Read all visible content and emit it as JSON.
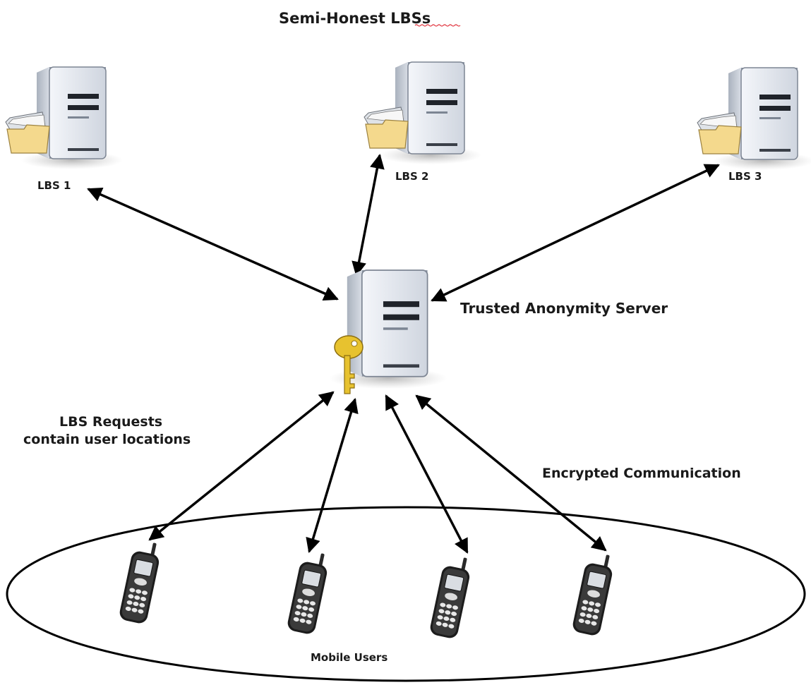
{
  "title": "Semi-Honest LBSs",
  "lbs_servers": [
    {
      "label": "LBS 1"
    },
    {
      "label": "LBS 2"
    },
    {
      "label": "LBS 3"
    }
  ],
  "anonymity_server": {
    "label": "Trusted Anonymity Server"
  },
  "annotations": {
    "requests_line1": "LBS Requests",
    "requests_line2": "contain user locations",
    "encrypted": "Encrypted Communication"
  },
  "mobile_group": {
    "label": "Mobile Users",
    "count": 4
  },
  "colors": {
    "server_body": "#dfe4ec",
    "server_front": "#c8ced8",
    "folder": "#f4d98d",
    "key": "#e7c22f",
    "arrow": "#000000"
  },
  "icons": [
    "server-icon",
    "folder-icon",
    "key-icon",
    "mobile-phone-icon"
  ]
}
